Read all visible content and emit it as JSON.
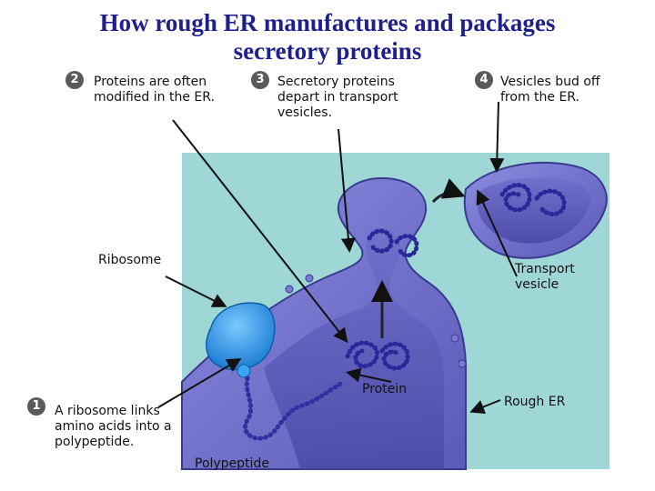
{
  "title": "How rough ER manufactures and packages secretory proteins",
  "steps": [
    {
      "number": "1",
      "text": "A ribosome links amino acids into a polypeptide."
    },
    {
      "number": "2",
      "text": "Proteins are often modified in the ER."
    },
    {
      "number": "3",
      "text": "Secretory proteins depart in transport vesicles."
    },
    {
      "number": "4",
      "text": "Vesicles bud off from the ER."
    }
  ],
  "labels": {
    "ribosome": "Ribosome",
    "transport_vesicle": "Transport vesicle",
    "protein": "Protein",
    "rough_er": "Rough ER",
    "polypeptide": "Polypeptide"
  },
  "colors": {
    "title": "#1e1e8c",
    "background_panel": "#9fd6d6",
    "er_membrane": "#6b6bc4",
    "er_lumen": "#4b4ba8",
    "ribosome": "#1e90e0",
    "protein_beads": "#3030a0"
  }
}
